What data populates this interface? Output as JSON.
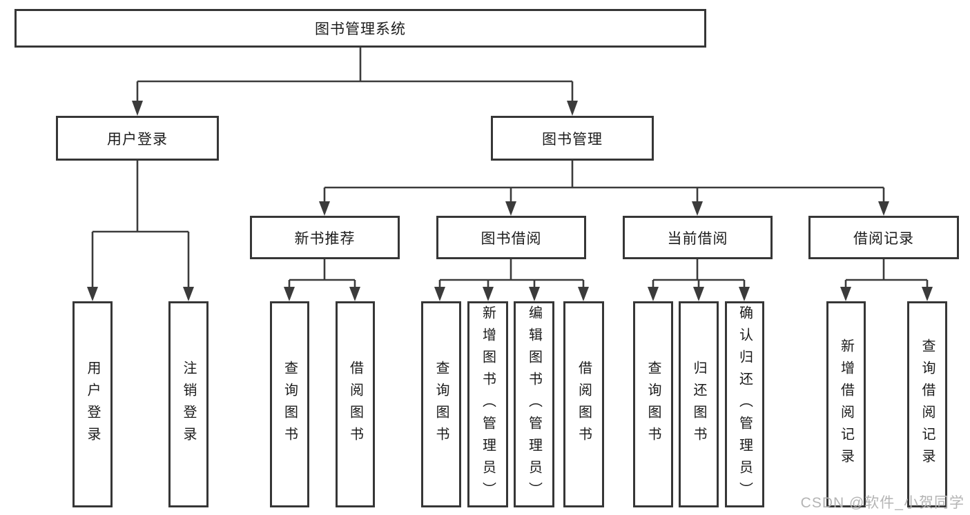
{
  "diagram": {
    "root": {
      "label": "图书管理系统"
    },
    "level2": [
      {
        "label": "用户登录"
      },
      {
        "label": "图书管理"
      }
    ],
    "level3": [
      {
        "label": "新书推荐"
      },
      {
        "label": "图书借阅"
      },
      {
        "label": "当前借阅"
      },
      {
        "label": "借阅记录"
      }
    ],
    "leaves": [
      {
        "label": "用户登录"
      },
      {
        "label": "注销登录"
      },
      {
        "label": "查询图书"
      },
      {
        "label": "借阅图书"
      },
      {
        "label": "查询图书"
      },
      {
        "label": "新增图书（管理员）"
      },
      {
        "label": "编辑图书（管理员）"
      },
      {
        "label": "借阅图书"
      },
      {
        "label": "查询图书"
      },
      {
        "label": "归还图书"
      },
      {
        "label": "确认归还（管理员）"
      },
      {
        "label": "新增借阅记录"
      },
      {
        "label": "查询借阅记录"
      }
    ]
  },
  "watermark": {
    "text": "CSDN @软件_小贺同学"
  },
  "colors": {
    "line": "#3b3b3b",
    "box_border": "#363636",
    "text": "#1b1b1b",
    "background": "#ffffff",
    "watermark": "#b4b4b4"
  }
}
